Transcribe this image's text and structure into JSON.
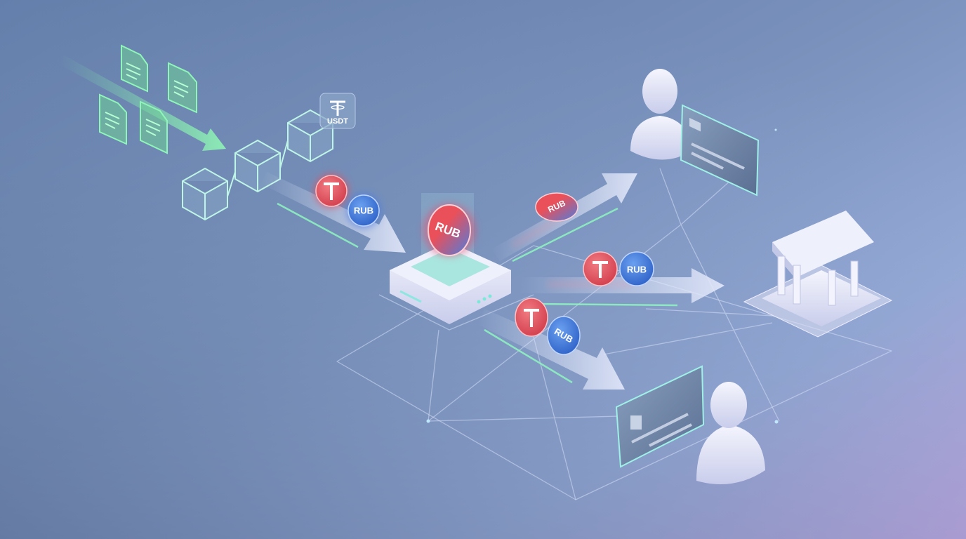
{
  "illustration": {
    "usdt_badge": {
      "label": "USDT",
      "icon": "tether-icon"
    },
    "center_coin": {
      "label": "RUB"
    },
    "incoming_coins": {
      "rub_label": "RUB",
      "icon": "tether-icon"
    },
    "out_top_coin": {
      "label": "RUB"
    },
    "out_mid_coins": {
      "rub_label": "RUB",
      "icon": "tether-icon"
    },
    "out_bottom_coins": {
      "rub_label": "RUB",
      "icon": "tether-icon"
    }
  },
  "colors": {
    "bg_left": "#5d7199",
    "bg_top_right": "#93b4d8",
    "bg_bottom_right": "#c7a5e2",
    "tether_red": "#e0505a",
    "rub_blue": "#3f78d8",
    "doc_green": "#56d48c"
  }
}
